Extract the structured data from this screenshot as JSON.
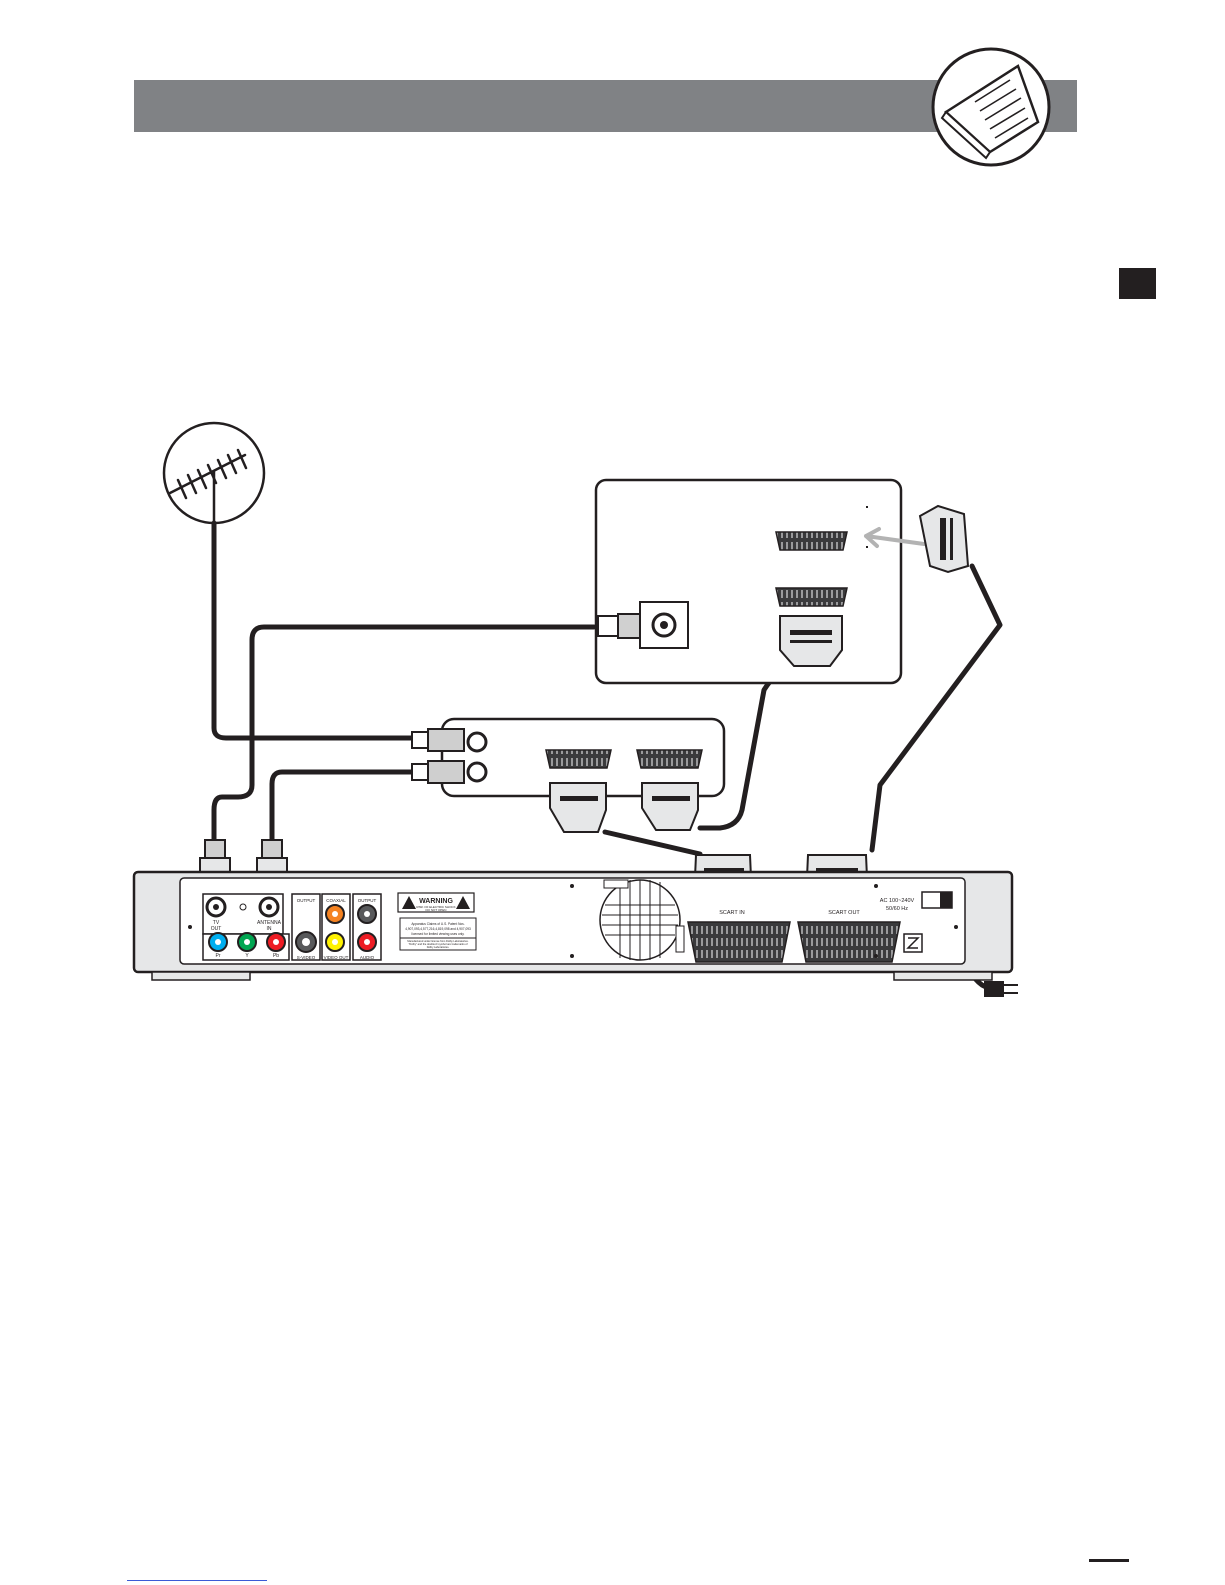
{
  "panel_labels": {
    "tv_out_line1": "TV",
    "tv_out_line2": "OUT",
    "antenna_in_line1": "ANTENNA",
    "antenna_in_line2": "IN",
    "component_pr": "Pr",
    "component_y": "Y",
    "component_pb": "Pb",
    "output_small": "OUTPUT",
    "s_video": "S-VIDEO",
    "coaxial": "COAXIAL",
    "video_out": "VIDEO OUT",
    "audio_output": "OUTPUT",
    "audio": "AUDIO",
    "warning": "WARNING",
    "warning_sub1": "RISK OF ELECTRIC SHOCK",
    "warning_sub2": "DO NOT OPEN",
    "patent_line1": "Apparatus Claims of U.S. Patent Nos.",
    "patent_line2": "4,907,093,4,577,216,4,819,098 and 4,907,093",
    "patent_line3": "licensed for limited viewing uses only.",
    "dolby_line1": "Manufactured under license from Dolby Laboratories.",
    "dolby_line2": "\"Dolby\" and the double-D symbol are trademarks of",
    "dolby_line3": "Dolby Laboratories.",
    "scart_in": "SCART IN",
    "scart_out": "SCART OUT",
    "ac_line1": "AC 100~240V",
    "ac_line2": "50/60 Hz"
  },
  "colors": {
    "header": "#808285",
    "tab": "#231f20",
    "cable": "#231f20",
    "panel": "#e6e7e8",
    "jack_orange": "#f58220",
    "jack_yellow": "#fff200",
    "jack_red": "#ed1c24",
    "jack_green": "#00a651",
    "jack_blue": "#00aeef"
  }
}
